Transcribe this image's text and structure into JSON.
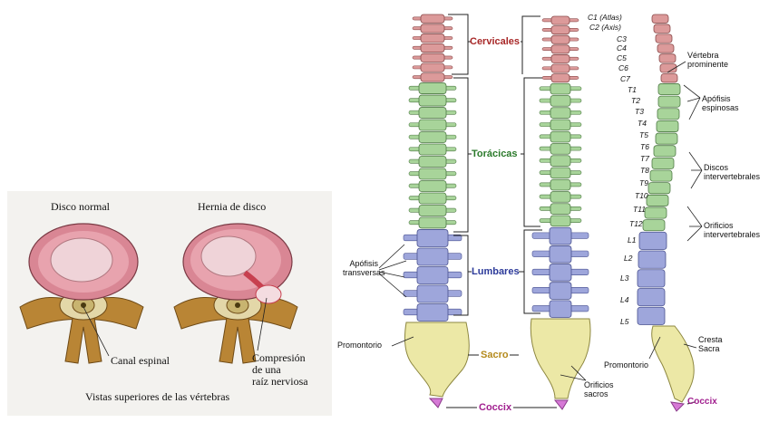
{
  "colors": {
    "cervical": "#dc9a9a",
    "thoracic": "#a8d49a",
    "lumbar": "#9ea6db",
    "sacrum": "#ece8a6",
    "coccyx": "#d679d6",
    "disc_pink": "#e79aa6",
    "nucleus": "#efd6d9",
    "bone": "#b98535",
    "region_cervical": "#a82828",
    "region_thoracic": "#2b7a2b",
    "region_lumbar": "#2c3a9a",
    "region_sacrum": "#b48a1c",
    "region_coccyx": "#a11f8f"
  },
  "left_panel": {
    "title_normal": "Disco normal",
    "title_hernia": "Hernia de disco",
    "canal_label": "Canal espinal",
    "compression_lines": [
      "Compresión",
      "de una",
      "raíz nerviosa"
    ],
    "caption": "Vistas superiores de las vértebras"
  },
  "regions": {
    "cervical": "Cervicales",
    "thoracic": "Torácicas",
    "lumbar": "Lumbares",
    "sacrum": "Sacro",
    "coccyx": "Coccix"
  },
  "annotations": {
    "transverse": [
      "Apófisis",
      "transversas"
    ],
    "promontorio_left": "Promontorio",
    "sacral_foramina": [
      "Orificios",
      "sacros"
    ],
    "vertebra_prominente": [
      "Vértebra",
      "prominente"
    ],
    "spinous": [
      "Apófisis",
      "espinosas"
    ],
    "discs": [
      "Discos",
      "intervertebrales"
    ],
    "foramina": [
      "Orificios",
      "intervertebrales"
    ],
    "promontorio_right": "Promontorio",
    "cresta": [
      "Cresta",
      "Sacra"
    ],
    "coccyx_right": "Coccix"
  },
  "vertebra_labels": [
    "C1 (Atlas)",
    "C2 (Axis)",
    "C3",
    "C4",
    "C5",
    "C6",
    "C7",
    "T1",
    "T2",
    "T3",
    "T4",
    "T5",
    "T6",
    "T7",
    "T8",
    "T9",
    "T10",
    "T11",
    "T12",
    "L1",
    "L2",
    "L3",
    "L4",
    "L5"
  ]
}
